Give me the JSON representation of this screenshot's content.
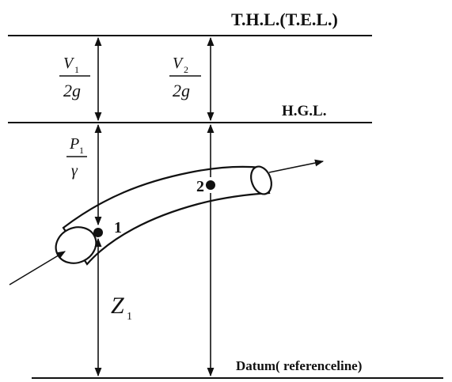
{
  "lines": {
    "thl": "T.H.L.(T.E.L.)",
    "hgl": "H.G.L.",
    "datum": "Datum( referenceline)"
  },
  "terms": {
    "v1_num": "V",
    "v1_sub": "1",
    "v1_den": "2g",
    "v2_num": "V",
    "v2_sub": "2",
    "v2_den": "2g",
    "p1_num": "P",
    "p1_sub": "1",
    "p1_den": "γ",
    "z1": "Z",
    "z1_sub": "1"
  },
  "points": {
    "p1": "1",
    "p2": "2"
  }
}
